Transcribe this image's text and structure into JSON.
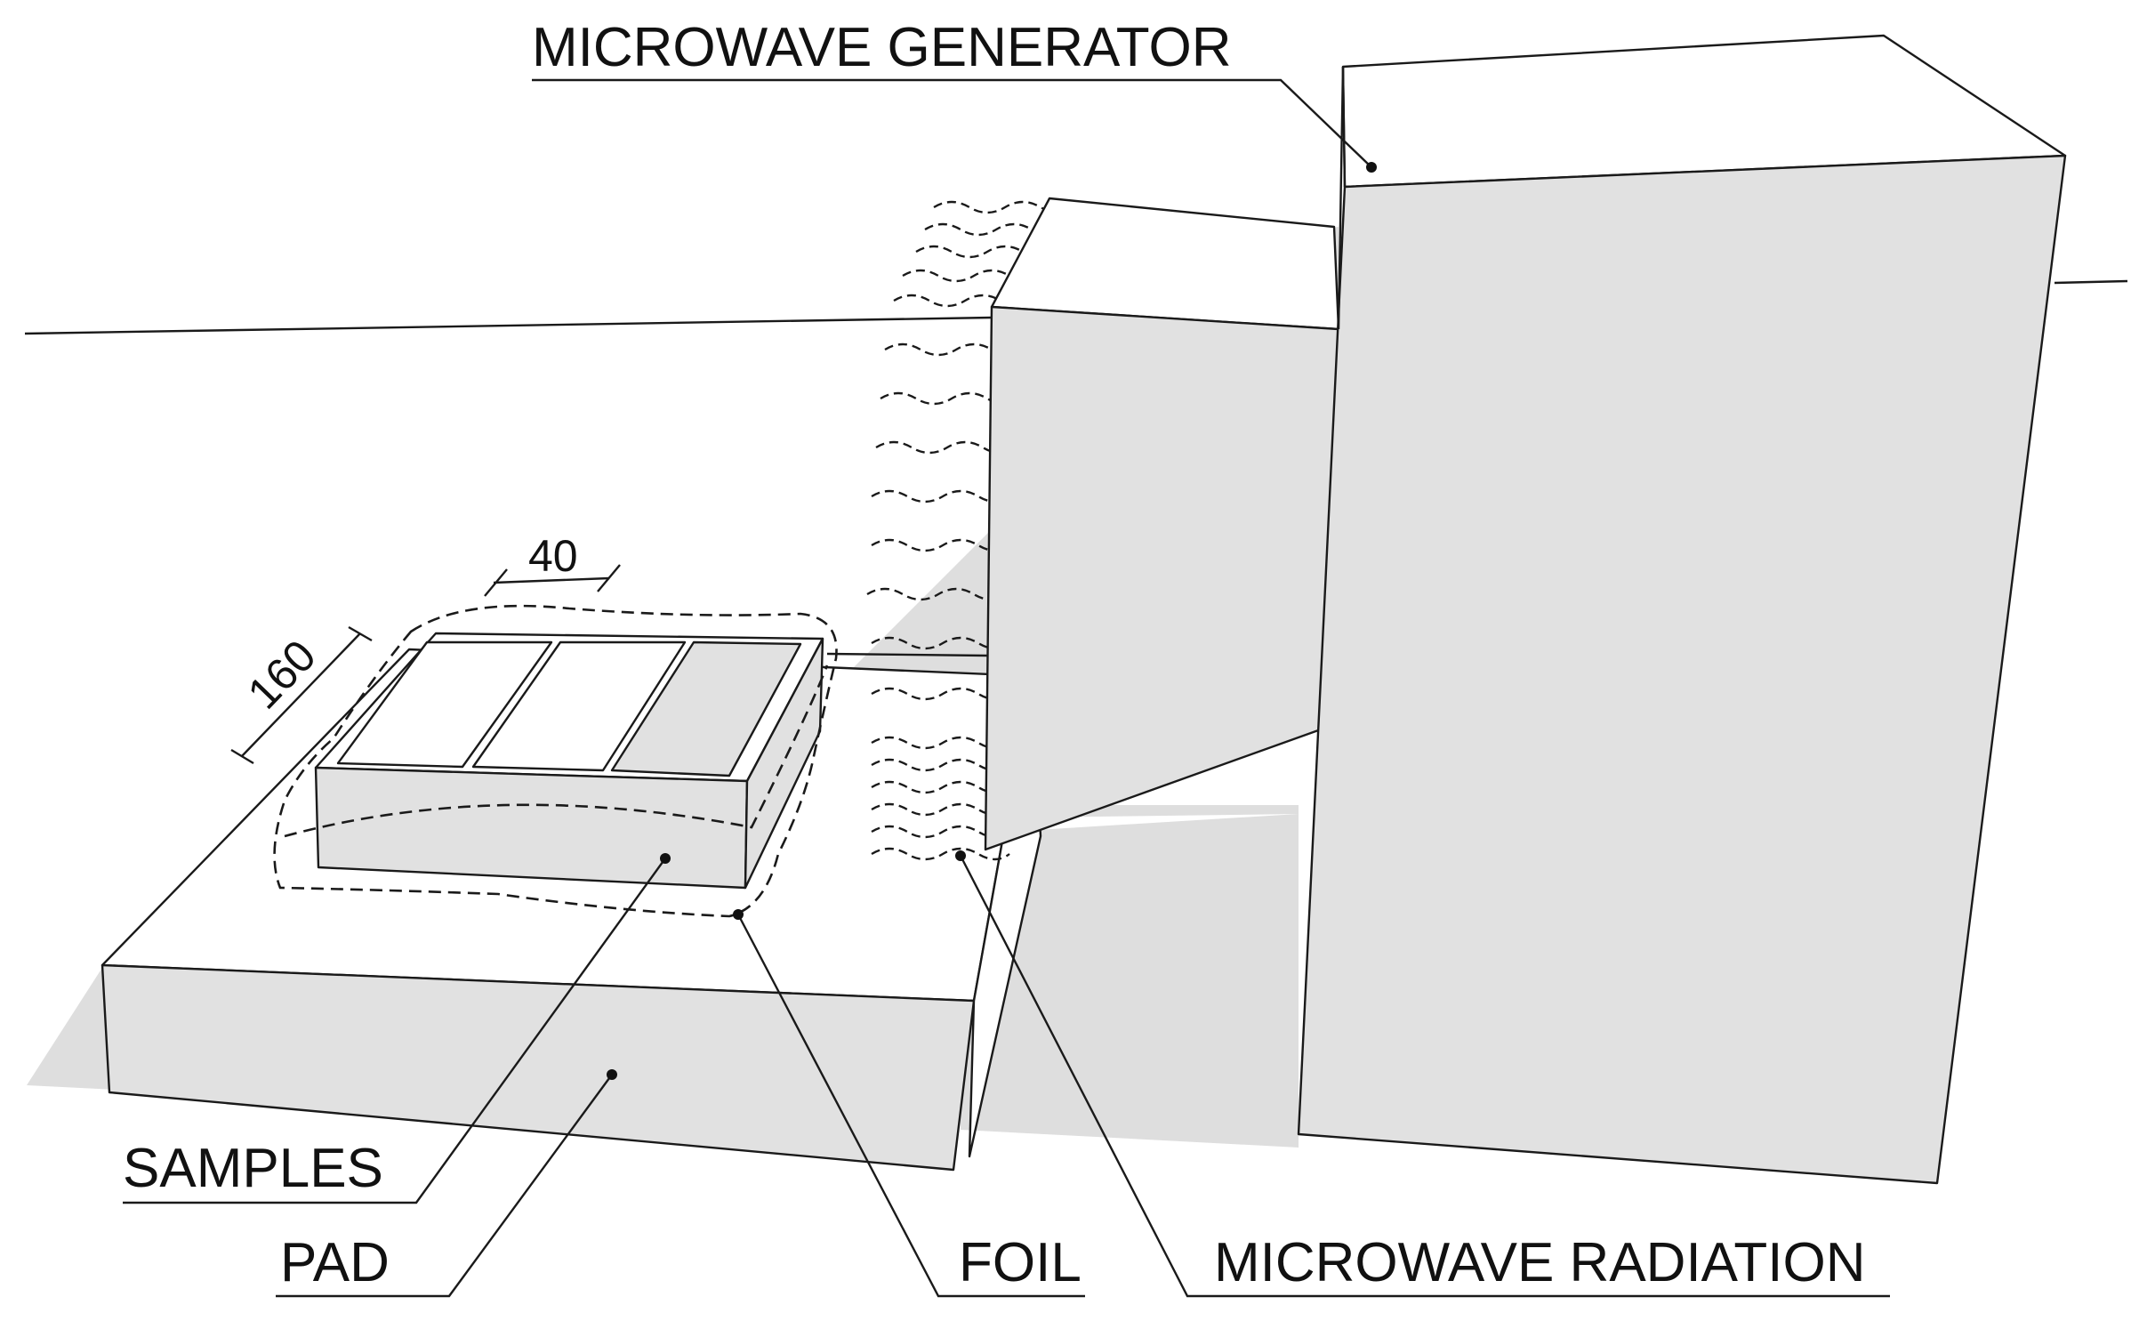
{
  "labels": {
    "microwave_generator": "MICROWAVE GENERATOR",
    "samples": "SAMPLES",
    "pad": "PAD",
    "foil": "FOIL",
    "microwave_radiation": "MICROWAVE RADIATION"
  },
  "dimensions": {
    "width": "40",
    "length": "160"
  },
  "colors": {
    "line": "#1a1a1a",
    "shade": "#e1e1e1",
    "background": "#ffffff"
  }
}
